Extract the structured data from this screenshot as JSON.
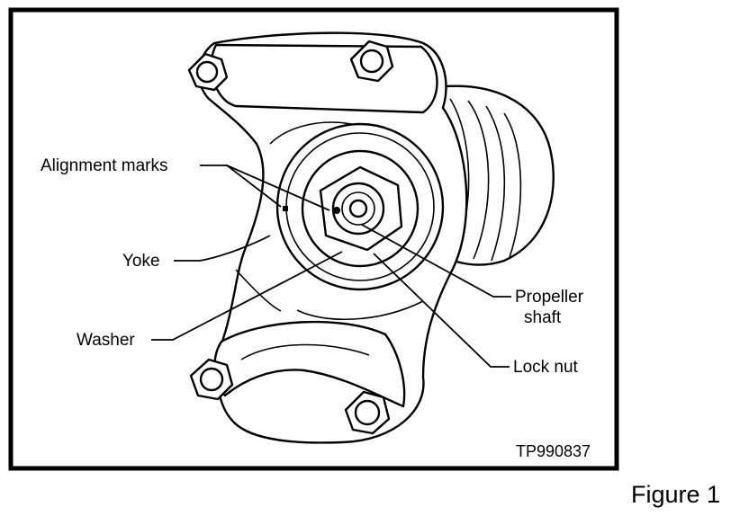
{
  "labels": {
    "alignment_marks": "Alignment marks",
    "yoke": "Yoke",
    "washer": "Washer",
    "propeller_shaft_line1": "Propeller",
    "propeller_shaft_line2": "shaft",
    "lock_nut": "Lock nut"
  },
  "figure_code": "TP990837",
  "caption": "Figure 1"
}
